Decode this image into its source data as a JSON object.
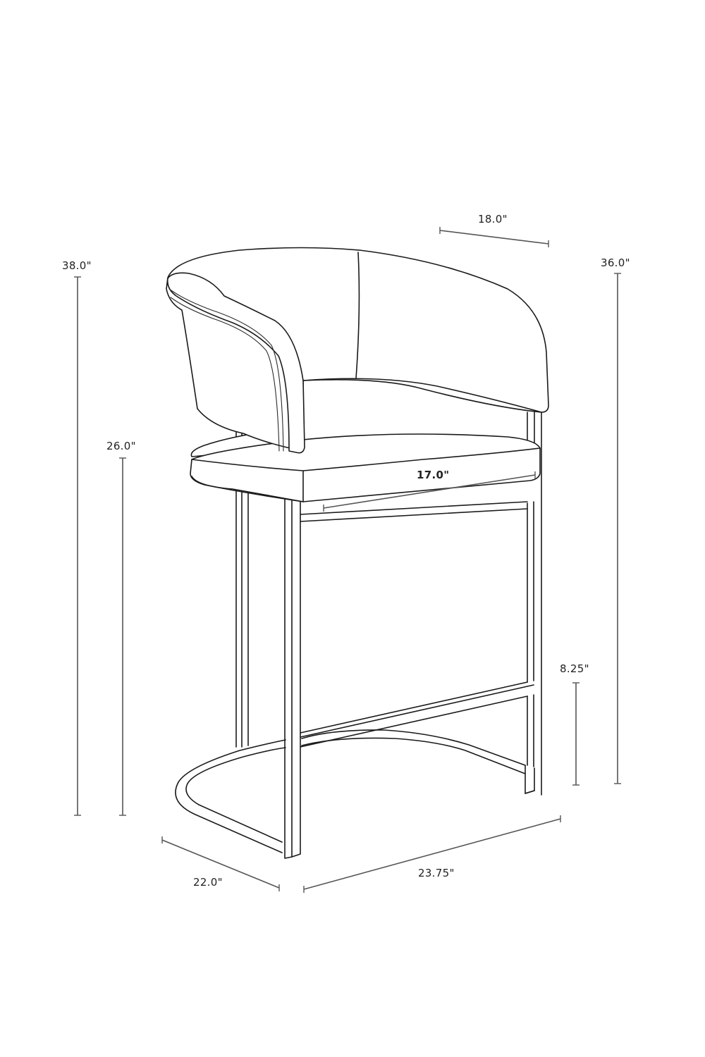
{
  "diagram": {
    "subject": "Bar stool dimension drawing",
    "line_color": "#1a1a1a",
    "dimension_color": "#555555",
    "background": "#ffffff"
  },
  "dimensions": {
    "back_depth": {
      "label": "18.0\"",
      "meaning": "backrest depth"
    },
    "overall_height": {
      "label": "38.0\"",
      "meaning": "overall height (front)"
    },
    "back_height": {
      "label": "36.0\"",
      "meaning": "height at back"
    },
    "seat_height": {
      "label": "26.0\"",
      "meaning": "seat height"
    },
    "seat_width": {
      "label": "17.0\"",
      "meaning": "seat width"
    },
    "footrest_height": {
      "label": "8.25\"",
      "meaning": "footrest height"
    },
    "base_depth": {
      "label": "22.0\"",
      "meaning": "base depth"
    },
    "base_width": {
      "label": "23.75\"",
      "meaning": "overall width"
    }
  }
}
